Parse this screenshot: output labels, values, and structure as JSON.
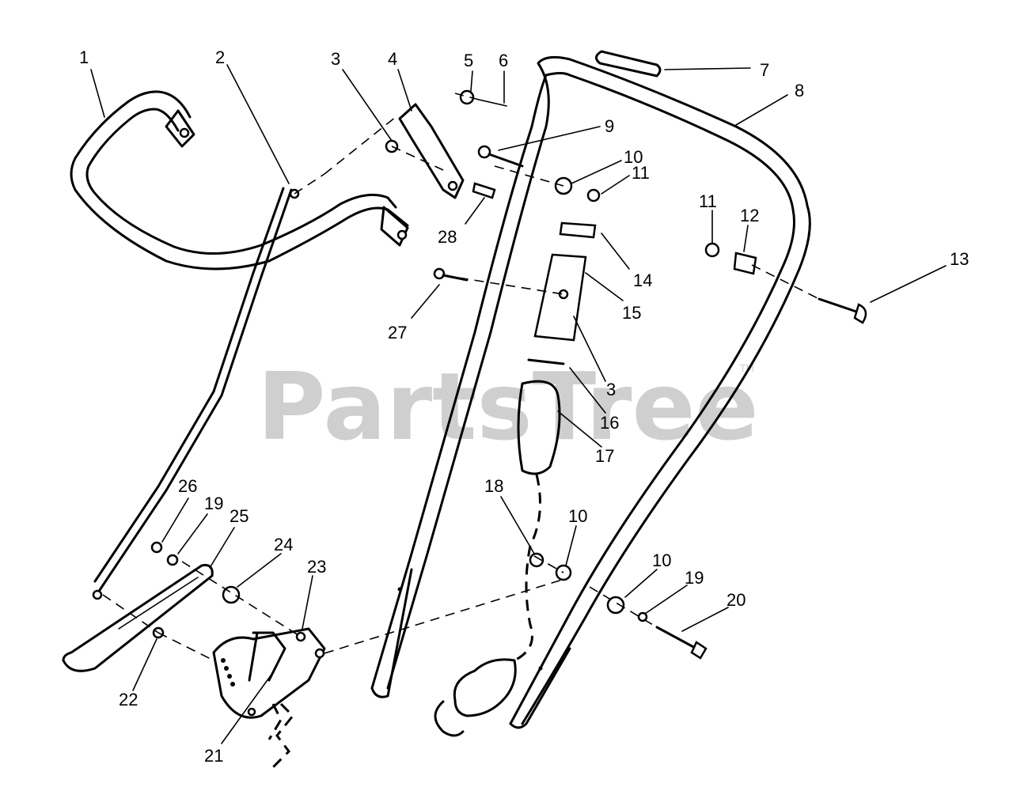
{
  "watermark": {
    "text": "PartsTree",
    "trademark": "TM"
  },
  "callouts": [
    {
      "id": "1",
      "label": "1"
    },
    {
      "id": "2",
      "label": "2"
    },
    {
      "id": "3a",
      "label": "3"
    },
    {
      "id": "4",
      "label": "4"
    },
    {
      "id": "5",
      "label": "5"
    },
    {
      "id": "6",
      "label": "6"
    },
    {
      "id": "7",
      "label": "7"
    },
    {
      "id": "8",
      "label": "8"
    },
    {
      "id": "9",
      "label": "9"
    },
    {
      "id": "10a",
      "label": "10"
    },
    {
      "id": "11a",
      "label": "11"
    },
    {
      "id": "11b",
      "label": "11"
    },
    {
      "id": "12",
      "label": "12"
    },
    {
      "id": "13",
      "label": "13"
    },
    {
      "id": "14",
      "label": "14"
    },
    {
      "id": "15",
      "label": "15"
    },
    {
      "id": "27",
      "label": "27"
    },
    {
      "id": "28",
      "label": "28"
    },
    {
      "id": "3b",
      "label": "3"
    },
    {
      "id": "16",
      "label": "16"
    },
    {
      "id": "17",
      "label": "17"
    },
    {
      "id": "18",
      "label": "18"
    },
    {
      "id": "10b",
      "label": "10"
    },
    {
      "id": "26",
      "label": "26"
    },
    {
      "id": "19a",
      "label": "19"
    },
    {
      "id": "25",
      "label": "25"
    },
    {
      "id": "24",
      "label": "24"
    },
    {
      "id": "23",
      "label": "23"
    },
    {
      "id": "10c",
      "label": "10"
    },
    {
      "id": "19b",
      "label": "19"
    },
    {
      "id": "20",
      "label": "20"
    },
    {
      "id": "22",
      "label": "22"
    },
    {
      "id": "21",
      "label": "21"
    }
  ]
}
